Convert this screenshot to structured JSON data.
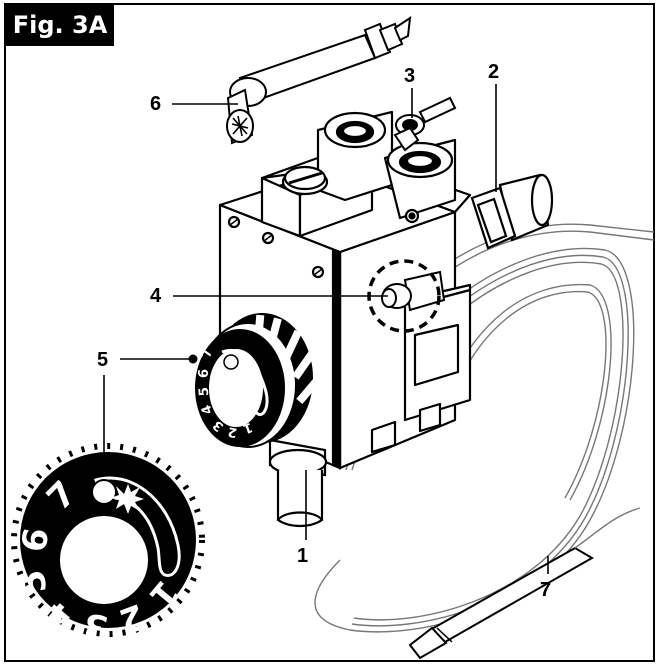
{
  "figure_label": "Fig. 3A",
  "callouts": {
    "c1": "1",
    "c2": "2",
    "c3": "3",
    "c4": "4",
    "c5": "5",
    "c6": "6",
    "c7": "7"
  },
  "knob": {
    "numbers": [
      "7",
      "6",
      "5",
      "4",
      "3",
      "2",
      "1"
    ]
  },
  "dial": {
    "numbers": [
      "7",
      "6",
      "5",
      "4",
      "3",
      "2",
      "1"
    ]
  }
}
